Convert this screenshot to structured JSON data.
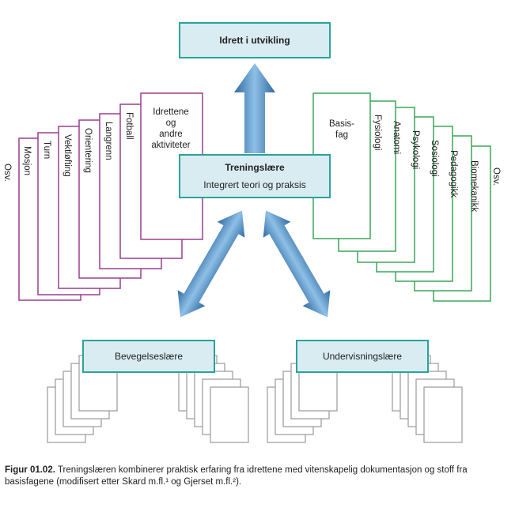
{
  "top_box": {
    "label": "Idrett i utvikling"
  },
  "center_box": {
    "title": "Treningslære",
    "subtitle": "Integrert teori og praksis"
  },
  "left_box": {
    "label": "Bevegelseslære"
  },
  "right_box": {
    "label": "Undervisningslære"
  },
  "left_stack": {
    "color": "#9b3d8e",
    "first_card_lines": [
      "Idrettene",
      "og",
      "andre",
      "aktiviteter"
    ],
    "items": [
      "Fotball",
      "Langrenn",
      "Orientering",
      "Vektløfting",
      "Turn",
      "Mosjon",
      "Osv."
    ]
  },
  "right_stack": {
    "color": "#3aa55a",
    "first_card_lines": [
      "Basis-",
      "fag"
    ],
    "items": [
      "Fysiologi",
      "Anatomi",
      "Psykologi",
      "Sosiologi",
      "Pedagogikk",
      "Biomekanikk",
      "Osv."
    ]
  },
  "colors": {
    "box_fill": "#d9ecf2",
    "box_border": "#2aa39a",
    "arrow": "#3f7fb6",
    "sheet_border": "#9a9a9a"
  },
  "caption": {
    "label": "Figur 01.02.",
    "text": "Treningslæren kombinerer praktisk erfaring fra idrettene med vitenskapelig dokumentasjon og stoff fra basisfagene (modifisert etter Skard m.fl.¹ og Gjerset m.fl.²)."
  }
}
